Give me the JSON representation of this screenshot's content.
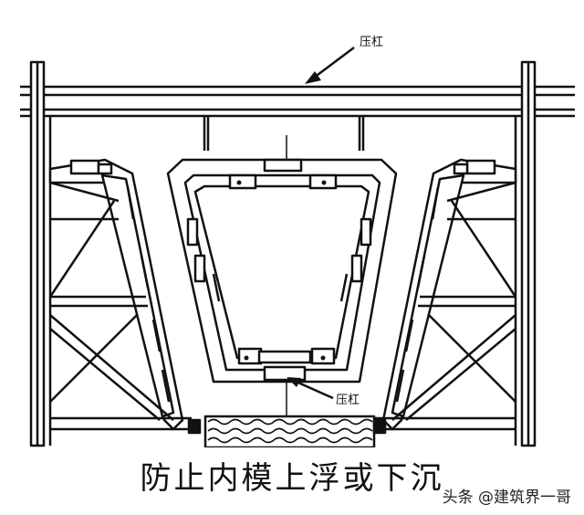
{
  "caption": "防止内模上浮或下沉",
  "watermark": "头条 @建筑界一哥",
  "labels": {
    "top_beam": "压杠",
    "bottom_beam": "压杠"
  }
}
